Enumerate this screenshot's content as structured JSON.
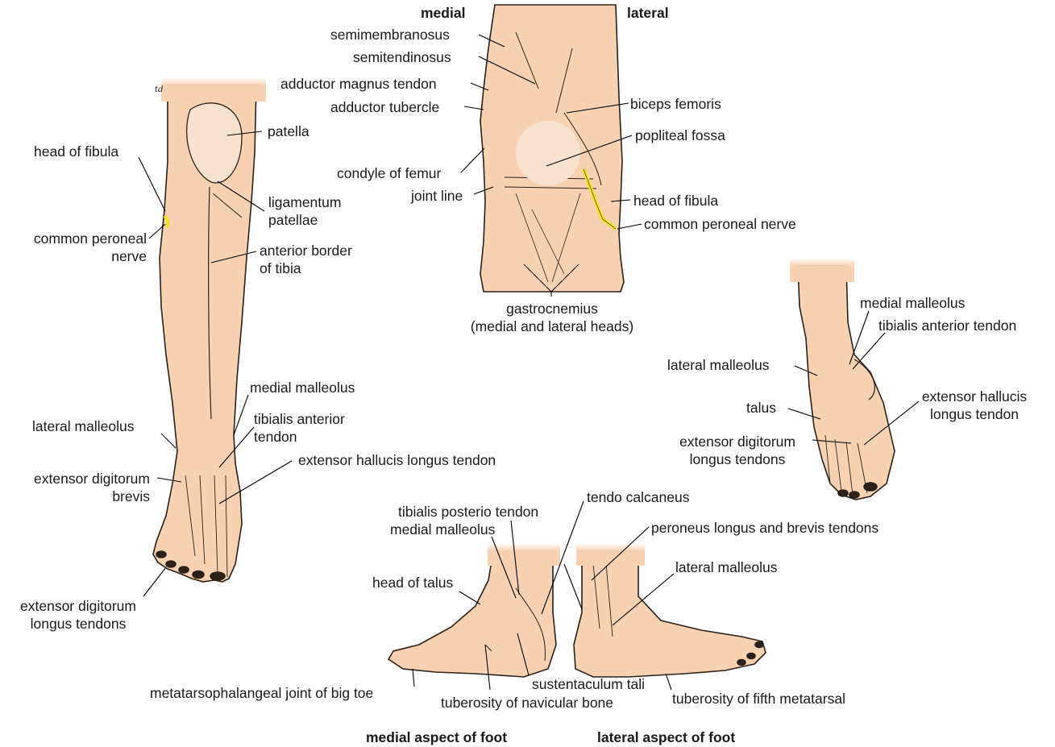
{
  "colors": {
    "skin": "#f6d2b3",
    "skin_light": "#f9e2cd",
    "outline": "#2b2118",
    "nerve": "#f2e320",
    "leader": "#000000"
  },
  "signature": "td",
  "headers": {
    "medial": "medial",
    "lateral": "lateral",
    "medial_aspect": "medial aspect of foot",
    "lateral_aspect": "lateral aspect of foot"
  },
  "front_leg": {
    "head_of_fibula": "head of fibula",
    "common_peroneal_nerve": [
      "common peroneal",
      "nerve"
    ],
    "patella": "patella",
    "ligamentum_patellae": [
      "ligamentum",
      "patellae"
    ],
    "anterior_border_tibia": [
      "anterior border",
      "of tibia"
    ],
    "medial_malleolus": "medial malleolus",
    "lateral_malleolus": "lateral malleolus",
    "tibialis_anterior_tendon": [
      "tibialis anterior",
      "tendon"
    ],
    "extensor_hallucis_longus_tendon": "extensor hallucis longus tendon",
    "extensor_digitorum_brevis": [
      "extensor digitorum",
      "brevis"
    ],
    "extensor_digitorum_longus_tendons": [
      "extensor digitorum",
      "longus tendons"
    ]
  },
  "knee_back": {
    "semimembranosus": "semimembranosus",
    "semitendinosus": "semitendinosus",
    "adductor_magnus_tendon": "adductor magnus tendon",
    "adductor_tubercle": "adductor tubercle",
    "biceps_femoris": "biceps femoris",
    "popliteal_fossa": "popliteal fossa",
    "condyle_of_femur": "condyle of femur",
    "joint_line": "joint line",
    "head_of_fibula": "head of fibula",
    "common_peroneal_nerve": "common peroneal nerve",
    "gastrocnemius": [
      "gastrocnemius",
      "(medial and lateral heads)"
    ]
  },
  "ankle_front": {
    "medial_malleolus": "medial malleolus",
    "tibialis_anterior_tendon": "tibialis anterior tendon",
    "lateral_malleolus": "lateral malleolus",
    "talus": "talus",
    "extensor_hallucis_longus_tendon": [
      "extensor hallucis",
      "longus tendon"
    ],
    "extensor_digitorum_longus_tendons": [
      "extensor digitorum",
      "longus tendons"
    ]
  },
  "feet_side": {
    "tibialis_posterior_tendon": "tibialis posterio tendon",
    "medial_malleolus": "medial malleolus",
    "tendo_calcaneus": "tendo calcaneus",
    "peroneus_tendons": "peroneus longus and brevis tendons",
    "lateral_malleolus": "lateral malleolus",
    "head_of_talus": "head of talus",
    "mtp_joint_big_toe": "metatarsophalangeal joint of big toe",
    "sustentaculum_tali": "sustentaculum tali",
    "tuberosity_navicular": "tuberosity of navicular bone",
    "tuberosity_fifth_metatarsal": "tuberosity of fifth metatarsal"
  }
}
